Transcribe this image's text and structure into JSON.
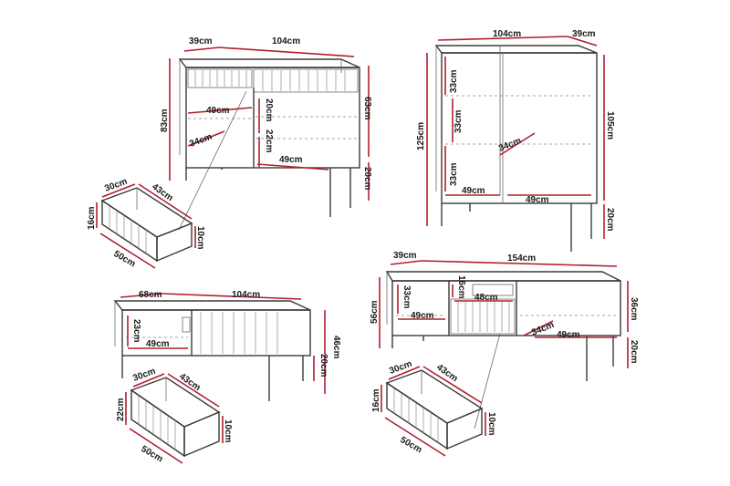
{
  "figures": {
    "sideboard": {
      "depth": "39cm",
      "width": "104cm",
      "height": "83cm",
      "body_height": "63cm",
      "leg_height": "20cm",
      "shelf_width_top": "49cm",
      "shelf_width_bottom": "49cm",
      "shelf_depth": "34cm",
      "compartment_top": "20cm",
      "compartment_bottom": "22cm"
    },
    "sideboard_drawer": {
      "depth": "30cm",
      "inner_depth": "43cm",
      "height": "16cm",
      "front": "50cm",
      "side": "10cm"
    },
    "vitrine": {
      "width": "104cm",
      "depth": "39cm",
      "height": "125cm",
      "body_height": "105cm",
      "leg_height": "20cm",
      "shelf_gap_1": "33cm",
      "shelf_gap_2": "33cm",
      "shelf_gap_3": "33cm",
      "shelf_width_left": "49cm",
      "shelf_width_right": "49cm",
      "shelf_depth": "34cm"
    },
    "coffee_table": {
      "depth": "68cm",
      "width": "104cm",
      "height": "46cm",
      "leg_height": "20cm",
      "compartment_height": "23cm",
      "compartment_width": "49cm"
    },
    "coffee_drawer": {
      "depth": "30cm",
      "inner_depth": "43cm",
      "height": "22cm",
      "front": "50cm",
      "side": "10cm"
    },
    "tv_bench": {
      "depth": "39cm",
      "width": "154cm",
      "height": "56cm",
      "body_height": "36cm",
      "leg_height": "20cm",
      "left_compartment_height": "33cm",
      "left_compartment_width": "49cm",
      "top_gap": "16cm",
      "middle_width": "48cm",
      "shelf_depth": "34cm",
      "right_compartment_width": "49cm"
    },
    "tv_drawer": {
      "depth": "30cm",
      "inner_depth": "43cm",
      "height": "16cm",
      "front": "50cm",
      "side": "10cm"
    }
  },
  "colors": {
    "dimension": "#b21e2f",
    "outline": "#3a3a3a"
  }
}
